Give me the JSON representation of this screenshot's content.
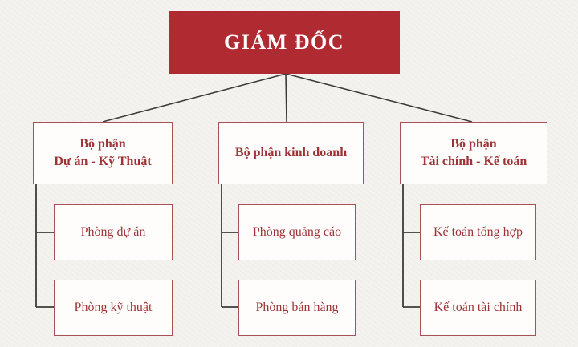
{
  "colors": {
    "accent": "#b02b31",
    "box-border": "#a65254",
    "text-red": "#9d3336",
    "line": "#3c3c3c",
    "bg": "#f4f3f0"
  },
  "org": {
    "root": {
      "label": "GIÁM ĐỐC"
    },
    "departments": [
      {
        "lines": [
          "Bộ phận",
          "Dự án - Kỹ Thuật"
        ],
        "units": [
          "Phòng dự án",
          "Phòng kỹ thuật"
        ]
      },
      {
        "lines": [
          "Bộ phận kinh doanh"
        ],
        "units": [
          "Phòng quảng cáo",
          "Phòng bán hàng"
        ]
      },
      {
        "lines": [
          "Bộ phận",
          "Tài chính - Kế toán"
        ],
        "units": [
          "Kế toán tổng hợp",
          "Kế toán tài chính"
        ]
      }
    ]
  }
}
